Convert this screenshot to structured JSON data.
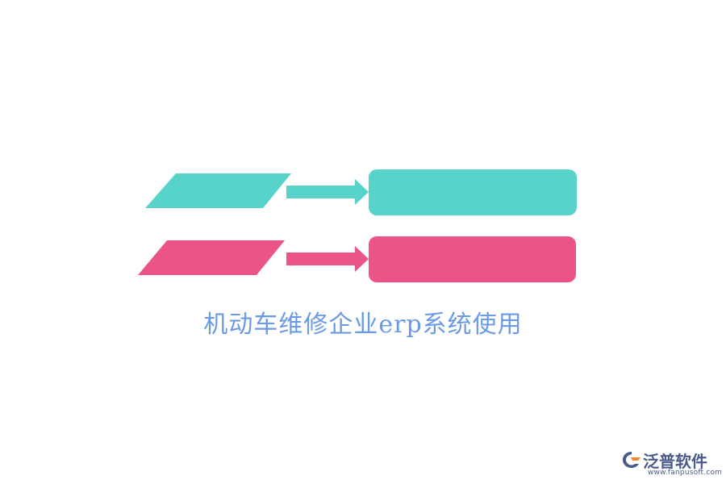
{
  "colors": {
    "teal": "#57d3ca",
    "pink": "#ec5488",
    "caption": "#6a9ae6",
    "logo": "#4a5a8a",
    "logo_orange": "#f0862e"
  },
  "rows": [
    {
      "color_key": "teal",
      "input_text": "",
      "output_text": ""
    },
    {
      "color_key": "pink",
      "input_text": "",
      "output_text": ""
    }
  ],
  "caption": "机动车维修企业erp系统使用",
  "logo": {
    "name": "泛普软件",
    "url": "www.fanpusoft.com",
    "icon": "fanpu-logo-icon"
  }
}
